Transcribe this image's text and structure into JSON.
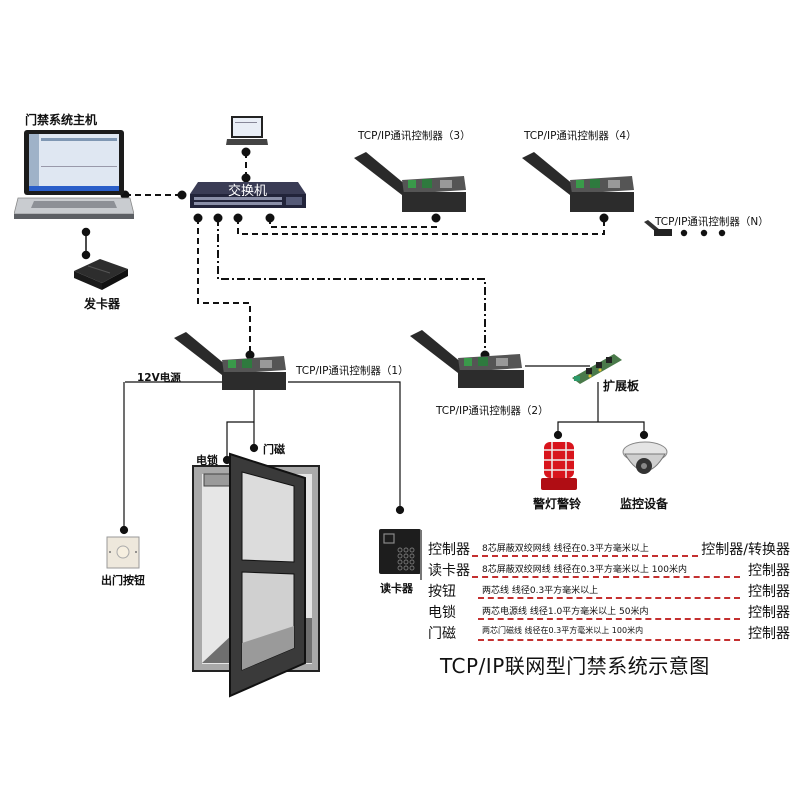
{
  "diagram": {
    "title": "TCP/IP联网型门禁系统示意图",
    "nodes": {
      "host": {
        "label": "门禁系统主机",
        "icon": "laptop-icon"
      },
      "client_pc": {
        "label": "",
        "icon": "laptop-icon"
      },
      "switch": {
        "label": "交换机",
        "icon": "network-switch-icon"
      },
      "card_issuer": {
        "label": "发卡器",
        "icon": "card-issuer-icon"
      },
      "controller_1": {
        "label": "TCP/IP通讯控制器（1）",
        "icon": "controller-box-icon"
      },
      "controller_2": {
        "label": "TCP/IP通讯控制器（2）",
        "icon": "controller-box-icon"
      },
      "controller_3": {
        "label": "TCP/IP通讯控制器（3）",
        "icon": "controller-box-icon"
      },
      "controller_4": {
        "label": "TCP/IP通讯控制器（4）",
        "icon": "controller-box-icon"
      },
      "controller_n": {
        "label": "TCP/IP通讯控制器（N）",
        "icon": "controller-box-icon"
      },
      "power": {
        "label": "12V电源"
      },
      "expansion_board": {
        "label": "扩展板",
        "icon": "circuit-board-icon"
      },
      "alarm": {
        "label": "警灯警铃",
        "icon": "alarm-light-icon"
      },
      "camera": {
        "label": "监控设备",
        "icon": "dome-camera-icon"
      },
      "exit_button": {
        "label": "出门按钮",
        "icon": "exit-button-icon"
      },
      "electric_lock": {
        "label": "电锁"
      },
      "door_sensor": {
        "label": "门磁"
      },
      "door": {
        "label": "",
        "icon": "door-icon"
      },
      "card_reader": {
        "label": "读卡器",
        "icon": "card-reader-icon"
      }
    },
    "edges": [
      {
        "from": "host",
        "to": "switch",
        "style": "dashed"
      },
      {
        "from": "client_pc",
        "to": "switch",
        "style": "dashed"
      },
      {
        "from": "host",
        "to": "card_issuer",
        "style": "solid"
      },
      {
        "from": "switch",
        "to": "controller_1",
        "style": "dashed"
      },
      {
        "from": "switch",
        "to": "controller_2",
        "style": "dash-dot"
      },
      {
        "from": "switch",
        "to": "controller_3",
        "style": "dashed"
      },
      {
        "from": "switch",
        "to": "controller_4",
        "style": "dashed"
      },
      {
        "from": "controller_1",
        "to": "exit_button",
        "style": "solid"
      },
      {
        "from": "controller_1",
        "to": "electric_lock",
        "style": "solid"
      },
      {
        "from": "controller_1",
        "to": "door_sensor",
        "style": "solid"
      },
      {
        "from": "controller_1",
        "to": "card_reader",
        "style": "solid"
      },
      {
        "from": "controller_2",
        "to": "expansion_board",
        "style": "solid"
      },
      {
        "from": "expansion_board",
        "to": "alarm",
        "style": "solid"
      },
      {
        "from": "expansion_board",
        "to": "camera",
        "style": "solid"
      }
    ],
    "ellipsis": "● ● ●"
  },
  "legend": {
    "rows": [
      {
        "device": "控制器",
        "cable": "8芯屏蔽双绞网线  线径在0.3平方毫米以上",
        "target": "控制器/转换器"
      },
      {
        "device": "读卡器",
        "cable": "8芯屏蔽双绞网线  线径在0.3平方毫米以上  100米内",
        "target": "控制器"
      },
      {
        "device": "按钮",
        "cable": "两芯线  线径0.3平方毫米以上",
        "target": "控制器"
      },
      {
        "device": "电锁",
        "cable": "两芯电源线  线径1.0平方毫米以上  50米内",
        "target": "控制器"
      },
      {
        "device": "门磁",
        "cable": "两芯门磁线  线径在0.3平方毫米以上  100米内",
        "target": "控制器"
      }
    ],
    "line_color": "#c43030"
  }
}
